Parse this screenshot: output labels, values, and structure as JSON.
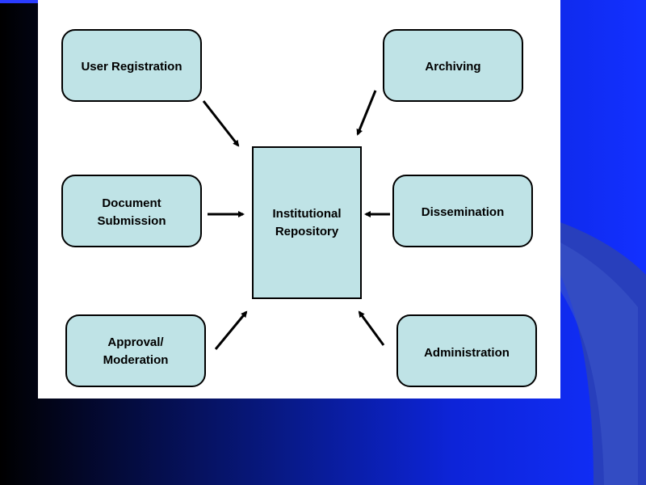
{
  "diagram": {
    "center": {
      "line1": "Institutional",
      "line2": "Repository"
    },
    "nodes": {
      "user_registration": "User Registration",
      "archiving": "Archiving",
      "document_submission": {
        "line1": "Document",
        "line2": "Submission"
      },
      "dissemination": "Dissemination",
      "approval_moderation": {
        "line1": "Approval/",
        "line2": "Moderation"
      },
      "administration": "Administration"
    }
  },
  "colors": {
    "box_fill": "#bfe3e6",
    "background_dark": "#000000",
    "background_blue": "#1230ff"
  }
}
